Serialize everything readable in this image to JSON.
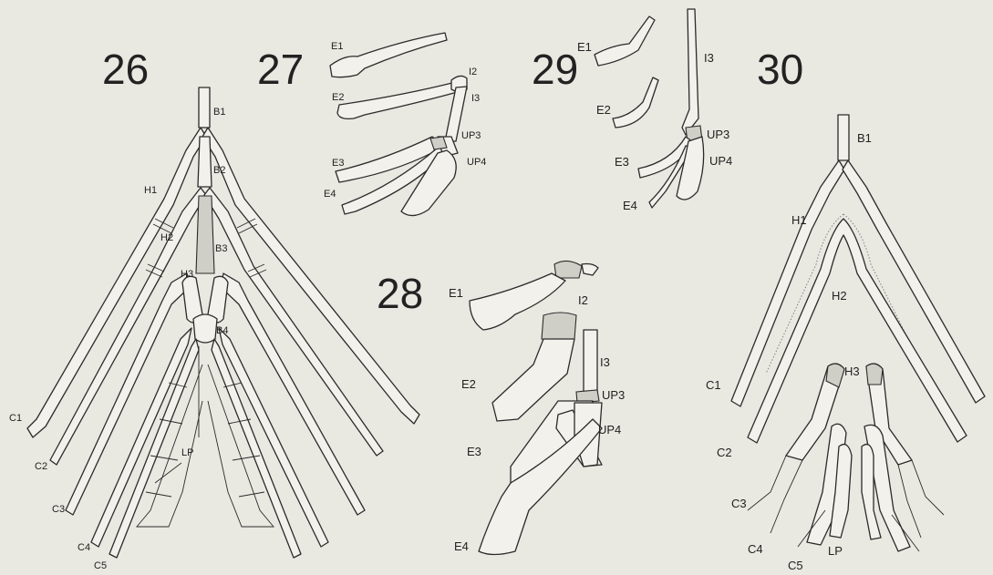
{
  "figures": [
    {
      "number": "26",
      "labels": [
        "B1",
        "B2",
        "B3",
        "B4",
        "H1",
        "H2",
        "H3",
        "C1",
        "C2",
        "C3",
        "C4",
        "C5",
        "LP"
      ]
    },
    {
      "number": "27",
      "labels": [
        "E1",
        "E2",
        "E3",
        "E4",
        "I2",
        "I3",
        "UP3",
        "UP4"
      ]
    },
    {
      "number": "28",
      "labels": [
        "E1",
        "E2",
        "E3",
        "E4",
        "I2",
        "I3",
        "UP3",
        "UP4"
      ]
    },
    {
      "number": "29",
      "labels": [
        "E1",
        "E2",
        "E3",
        "E4",
        "I3",
        "UP3",
        "UP4"
      ]
    },
    {
      "number": "30",
      "labels": [
        "B1",
        "H1",
        "H2",
        "H3",
        "C1",
        "C2",
        "C3",
        "C4",
        "C5",
        "LP"
      ]
    }
  ]
}
